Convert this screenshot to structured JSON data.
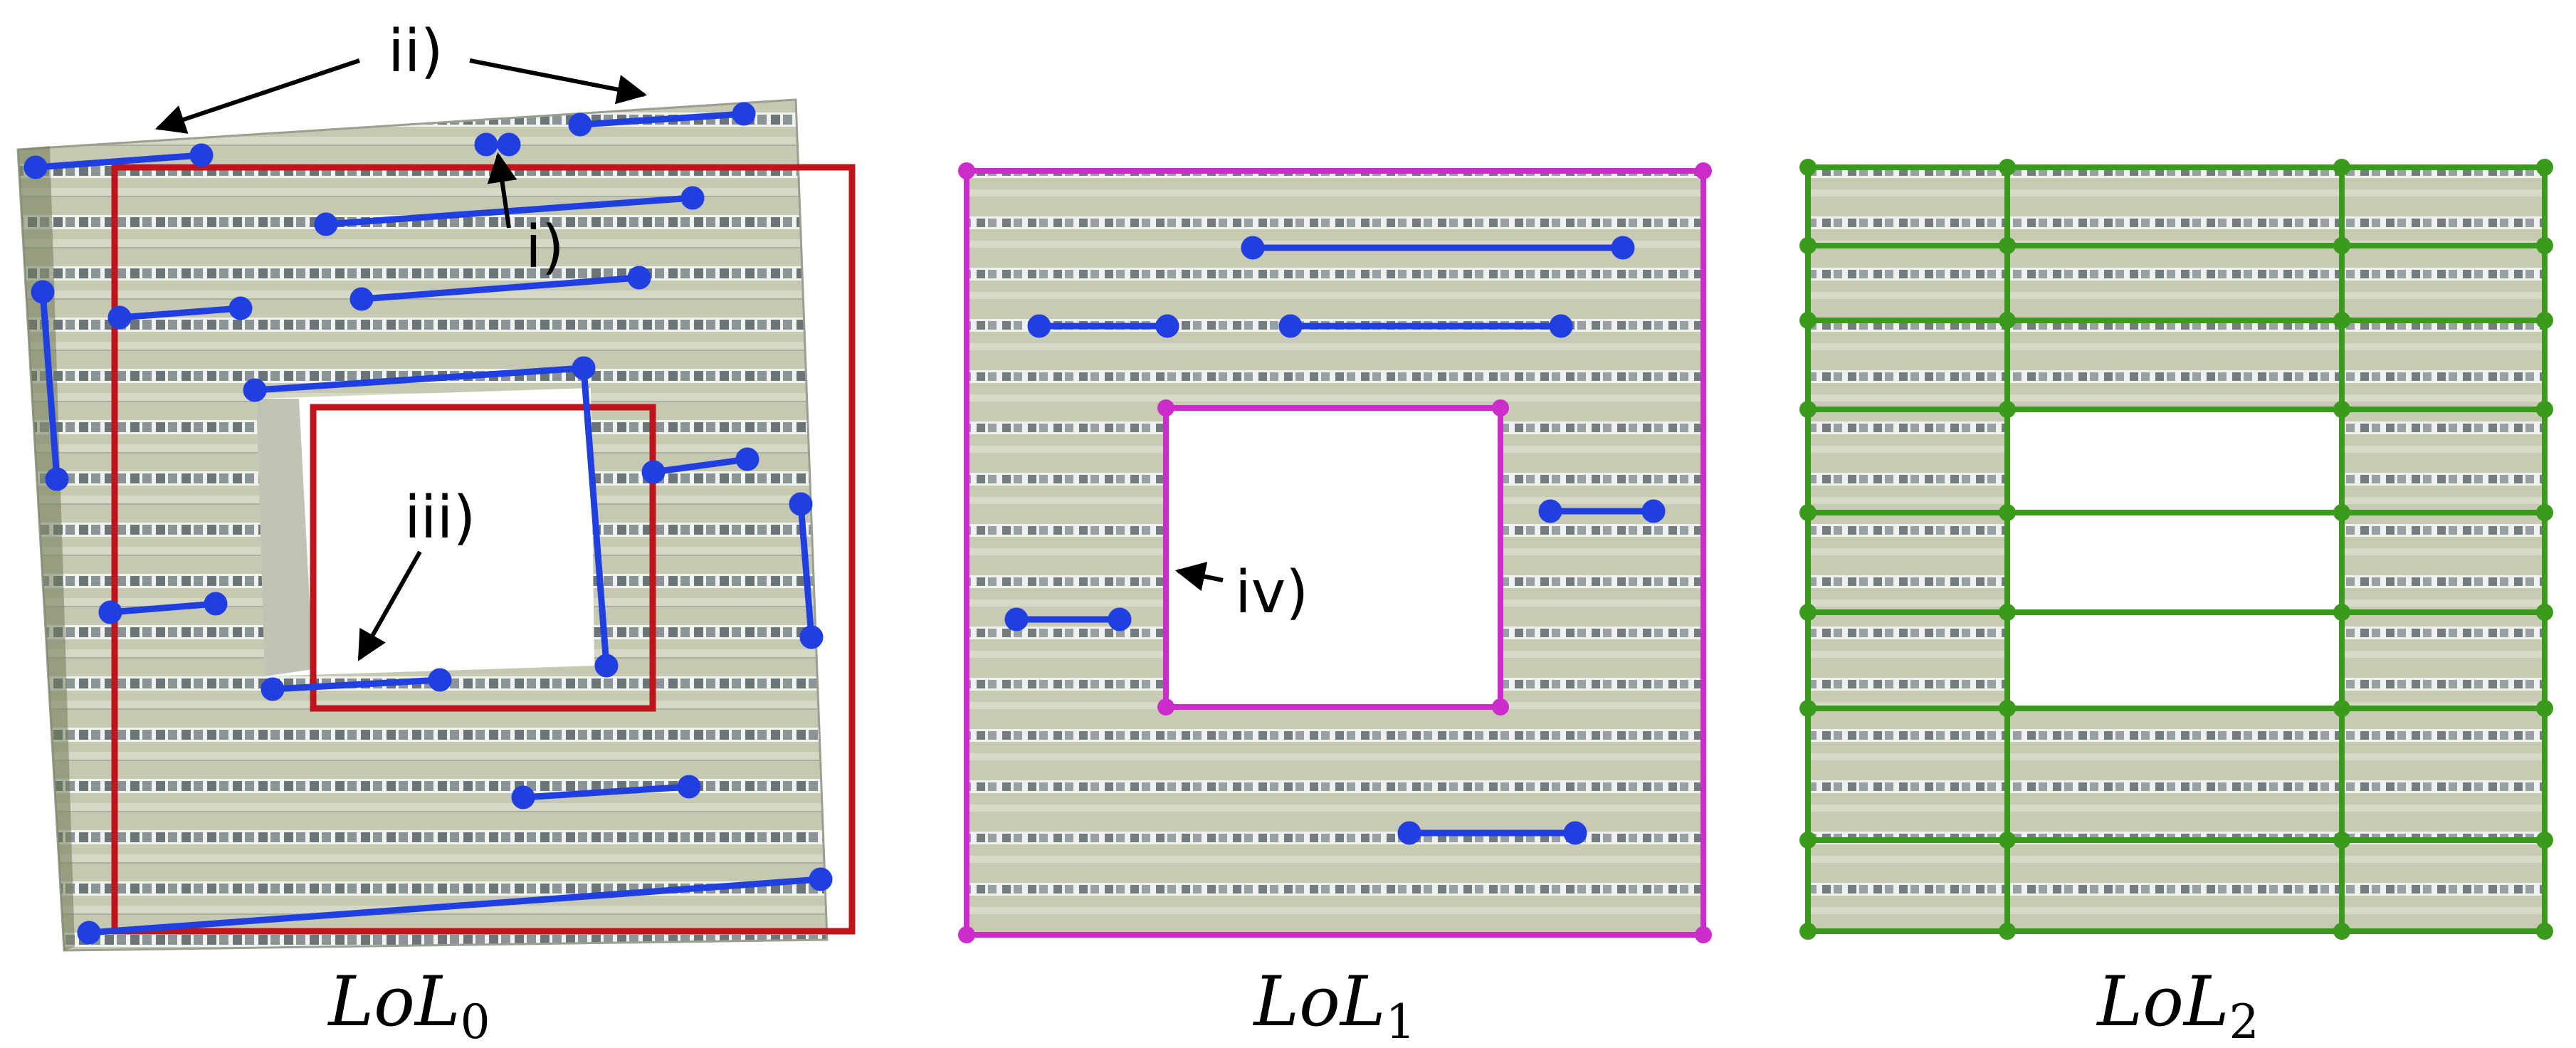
{
  "panels": [
    {
      "id": "lol0",
      "caption_main": "LoL",
      "caption_sub": "0"
    },
    {
      "id": "lol1",
      "caption_main": "LoL",
      "caption_sub": "1"
    },
    {
      "id": "lol2",
      "caption_main": "LoL",
      "caption_sub": "2"
    }
  ],
  "annotations": {
    "i": "i)",
    "ii": "ii)",
    "iii": "iii)",
    "iv": "iv)"
  },
  "colors": {
    "line_segments": "#1f3fe0",
    "lol0_outline": "#c0141c",
    "lol1_outline": "#cc2ccc",
    "lol2_grid": "#3a9a1c",
    "arrow": "#000000",
    "facade_base": "#c9c9b0",
    "window": "#eef0ee"
  }
}
